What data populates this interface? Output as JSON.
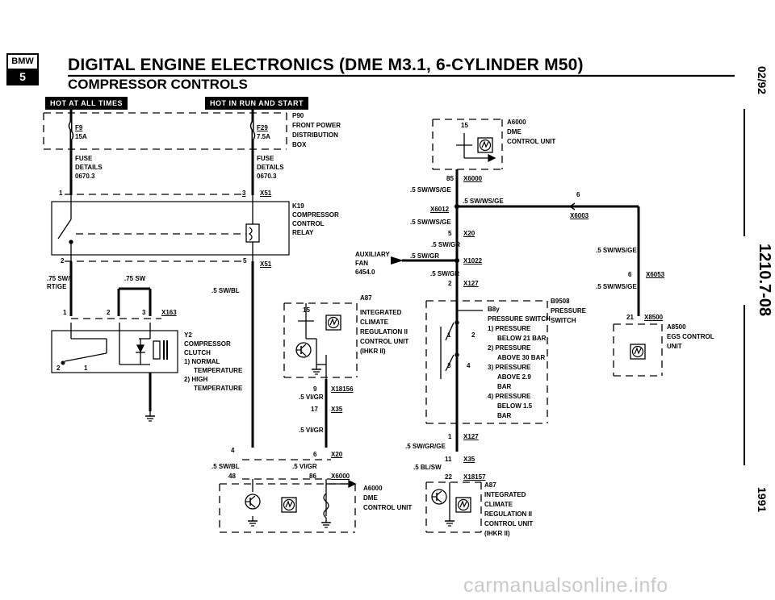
{
  "header": {
    "logo_top": "BMW",
    "logo_bottom": "5",
    "title": "DIGITAL ENGINE ELECTRONICS (DME M3.1, 6-CYLINDER M50)",
    "subtitle": "COMPRESSOR CONTROLS"
  },
  "side": {
    "date": "02/92",
    "page_ref": "1210.7-08",
    "year": "1991"
  },
  "hot_labels": {
    "always": "HOT AT ALL TIMES",
    "run_start": "HOT IN RUN AND START"
  },
  "fuse_box": {
    "f9": "F9",
    "f9_rating": "15A",
    "f29": "F29",
    "f29_rating": "7.5A",
    "p90": "P90",
    "p90_l1": "FRONT POWER",
    "p90_l2": "DISTRIBUTION",
    "p90_l3": "BOX",
    "fuse_details_l1": "FUSE",
    "fuse_details_l2": "DETAILS",
    "fuse_details_l3": "0670.3"
  },
  "relay": {
    "k19": "K19",
    "l1": "COMPRESSOR",
    "l2": "CONTROL",
    "l3": "RELAY",
    "x51": "X51",
    "pin1": "1",
    "pin3": "3",
    "pin2": "2",
    "pin5": "5"
  },
  "left_wires": {
    "w1": ".75 SW/",
    "w1b": "RT/GE",
    "w2": ".75 SW",
    "w3": ".5 SW/BL"
  },
  "clutch": {
    "x163": "X163",
    "pin1": "1",
    "pin2": "2",
    "pin3": "3",
    "sw_pin2": "2",
    "sw_pin1": "1",
    "y2": "Y2",
    "l1": "COMPRESSOR",
    "l2": "CLUTCH",
    "l3": "1)  NORMAL",
    "l4": "TEMPERATURE",
    "l5": "2)  HIGH",
    "l6": "TEMPERATURE"
  },
  "a87_mid": {
    "a87": "A87",
    "pin15": "15",
    "l1": "INTEGRATED",
    "l2": "CLIMATE",
    "l3": "REGULATION II",
    "l4": "CONTROL UNIT",
    "l5": "(IHKR II)",
    "x18156": "X18156",
    "pin9": "9",
    "wire1": ".5 VI/GR",
    "pin17": "17",
    "x35": "X35",
    "wire2": ".5 VI/GR"
  },
  "aux_fan": {
    "l1": "AUXILIARY",
    "l2": "FAN",
    "l3": "6454.0"
  },
  "dme_bottom": {
    "pin4": "4",
    "pin6": "6",
    "x20": "X20",
    "wire_bl": ".5 SW/BL",
    "wire_vi": ".5 VI/GR",
    "pin48": "48",
    "pin86": "86",
    "x6000": "X6000",
    "a6000": "A6000",
    "dme": "DME",
    "cu": "CONTROL UNIT"
  },
  "dme_top": {
    "pin15": "15",
    "a6000": "A6000",
    "dme": "DME",
    "cu": "CONTROL UNIT",
    "pin85": "85",
    "x6000": "X6000",
    "wire1": ".5 SW/WS/GE",
    "x6012": "X6012",
    "wire2": ".5 SW/WS/GE",
    "wire3": ".5 SW/WS/GE",
    "pin5": "5",
    "x20": "X20",
    "wire4": ".5 SW/GR",
    "wire5": ".5 SW/GR",
    "x1022": "X1022",
    "wire6": ".5 SW/GR",
    "pin2": "2",
    "x127": "X127",
    "pin6": "6",
    "x6003": "X6003"
  },
  "pressure_switch": {
    "b9508": "B9508",
    "b_l1": "PRESSURE",
    "b_l2": "SWITCH",
    "l0": "B8y",
    "l1": "PRESSURE SWITCH",
    "l2": "1)  PRESSURE",
    "l3": "BELOW 21 BAR",
    "l4": "2)  PRESSURE",
    "l5": "ABOVE 30 BAR",
    "l6": "3)  PRESSURE",
    "l7": "ABOVE 2.9",
    "l8": "BAR",
    "l9": "4)  PRESSURE",
    "l10": "BELOW 1.5",
    "l11": "BAR",
    "sw1": "1",
    "sw2": "2",
    "sw3": "3",
    "sw4": "4",
    "pin1": "1",
    "x127": "X127",
    "wire1": ".5 SW/GR/GE",
    "pin11": "11",
    "x35": "X35",
    "wire2": ".5 BL/SW",
    "pin22": "22",
    "x18157": "X18157"
  },
  "a87_bottom": {
    "a87": "A87",
    "l1": "INTEGRATED",
    "l2": "CLIMATE",
    "l3": "REGULATION II",
    "l4": "CONTROL UNIT",
    "l5": "(IHKR II)"
  },
  "egs": {
    "wire1": ".5 SW/WS/GE",
    "pin6": "6",
    "x6053": "X6053",
    "wire2": ".5 SW/WS/GE",
    "pin21": "21",
    "x8500": "X8500",
    "a8500": "A8500",
    "l1": "EGS CONTROL",
    "l2": "UNIT"
  },
  "watermark": "carmanualsonline.info"
}
